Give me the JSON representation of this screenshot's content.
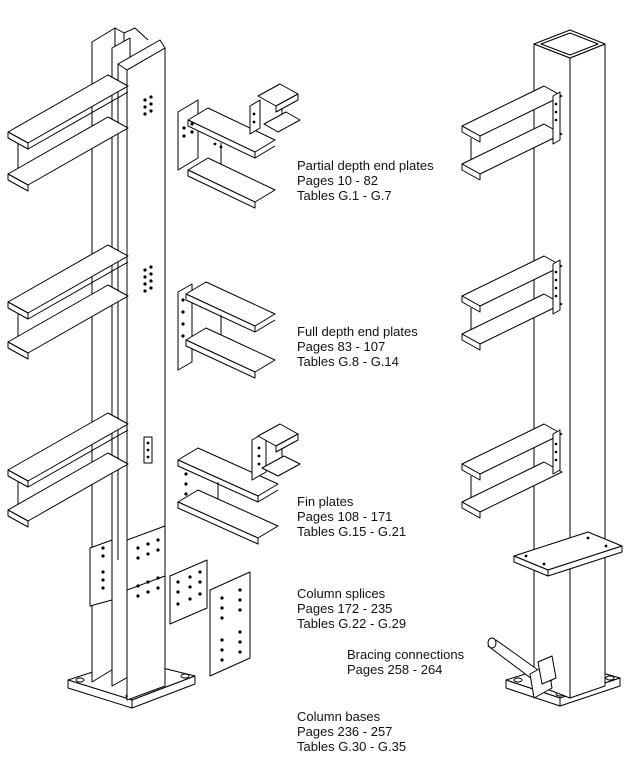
{
  "labels": {
    "partial": {
      "title": "Partial depth end plates",
      "pages": "Pages 10 - 82",
      "tables": "Tables G.1 - G.7"
    },
    "full": {
      "title": "Full depth end plates",
      "pages": "Pages 83 - 107",
      "tables": "Tables G.8 - G.14"
    },
    "fin": {
      "title": "Fin plates",
      "pages": "Pages 108 - 171",
      "tables": "Tables G.15 - G.21"
    },
    "splice": {
      "title": "Column splices",
      "pages": "Pages 172 - 235",
      "tables": "Tables G.22 - G.29"
    },
    "bracing": {
      "title": "Bracing connections",
      "pages": "Pages 258 - 264"
    },
    "bases": {
      "title": "Column bases",
      "pages": "Pages 236 - 257",
      "tables": "Tables G.30 - G.35"
    }
  },
  "colors": {
    "line": "#000000",
    "background": "#ffffff",
    "text": "#111111"
  }
}
